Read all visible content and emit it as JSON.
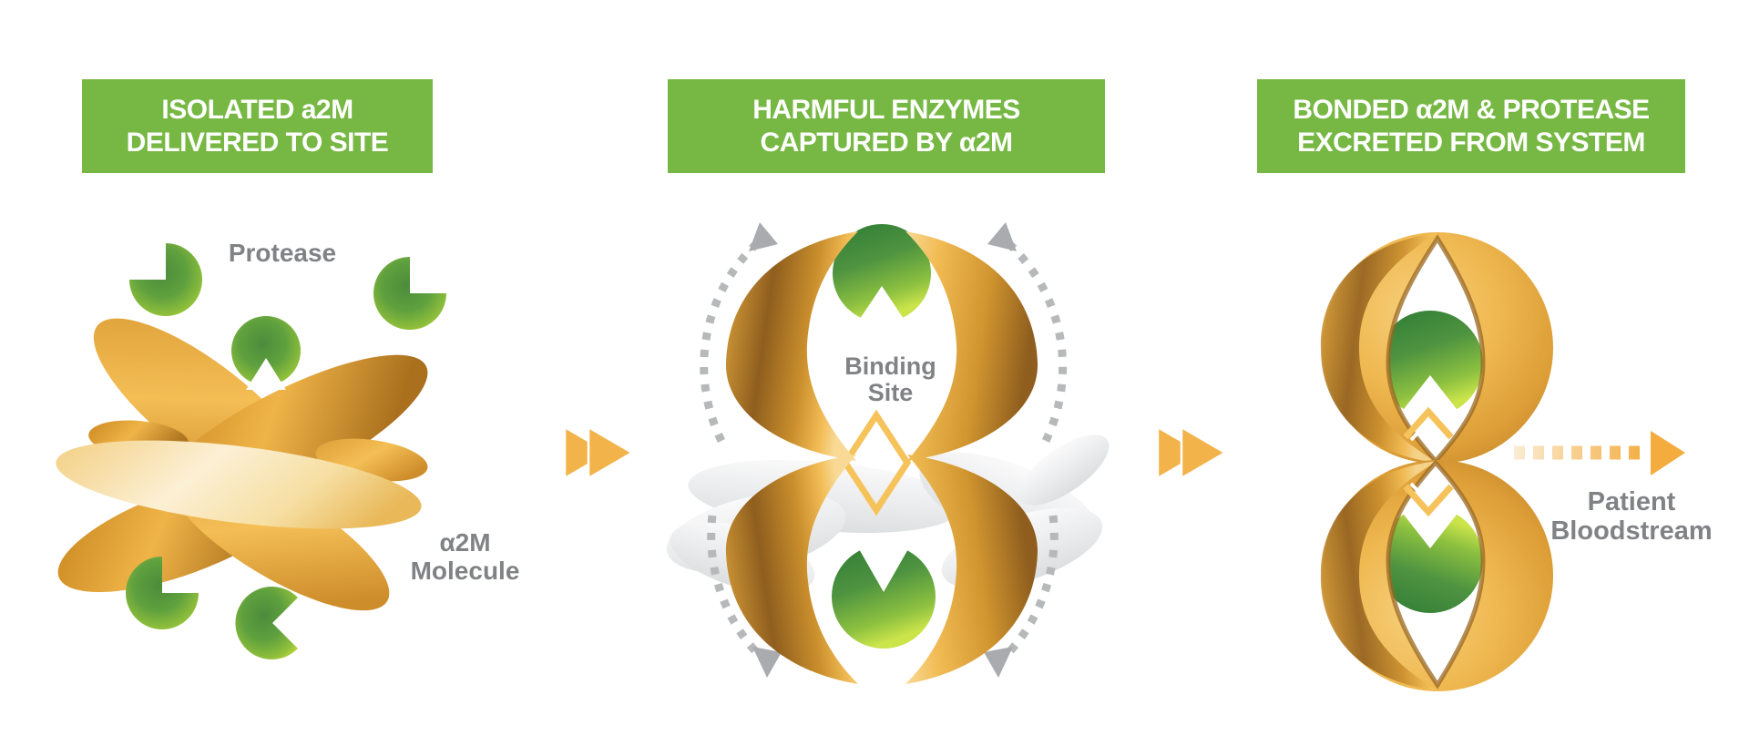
{
  "figure": {
    "type": "process-diagram",
    "subject": "Alpha-2-Macroglobulin (α2M) protease capture and excretion process",
    "step_count": 3
  },
  "colors": {
    "banner_green": "#76B843",
    "banner_text": "#FFFFFF",
    "label_gray": "#808285",
    "rotation_arc_gray": "#B6B8BA",
    "arrowhead_gray": "#A9ABAE",
    "gold": "#F3B34B",
    "gold_dark": "#8F5E1E",
    "gold_highlight": "#F8DA96",
    "cream": "#FCF0D4",
    "protease_green_dark": "#2F7C35",
    "protease_green_lime": "#C8E24A",
    "ghost_gray": "#E9EAEB",
    "background": "#FFFFFF"
  },
  "steps": [
    {
      "banner_line1": "ISOLATED a2M",
      "banner_line2": "DELIVERED TO SITE",
      "labels": {
        "protease": "Protease",
        "molecule_line1": "α2M",
        "molecule_line2": "Molecule"
      }
    },
    {
      "banner_line1": "HARMFUL ENZYMES",
      "banner_line2": "CAPTURED BY α2M",
      "labels": {
        "binding_line1": "Binding",
        "binding_line2": "Site"
      }
    },
    {
      "banner_line1": "BONDED α2M & PROTEASE",
      "banner_line2": "EXCRETED FROM SYSTEM",
      "labels": {
        "bloodstream_line1": "Patient",
        "bloodstream_line2": "Bloodstream"
      }
    }
  ],
  "icons": {
    "step_arrow": "double-chevron-right-icon",
    "rotation_arrows": "dashed-rotation-arrow-icon",
    "excretion_arrow": "dashed-arrow-right-icon",
    "protease": "protease-pacman-icon",
    "binding_site_marker": "gold-diamond-outline-icon"
  }
}
